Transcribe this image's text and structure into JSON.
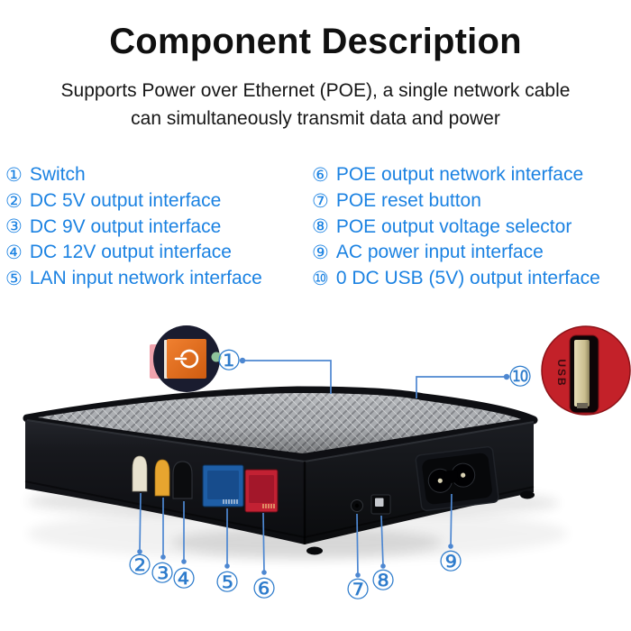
{
  "header": {
    "title": "Component Description",
    "subtitle_line1": "Supports Power over Ethernet (POE), a single network cable",
    "subtitle_line2": "can simultaneously transmit data and power"
  },
  "component_list": {
    "left": [
      {
        "num": "①",
        "label": "Switch"
      },
      {
        "num": "②",
        "label": "DC 5V output interface"
      },
      {
        "num": "③",
        "label": "DC 9V output interface"
      },
      {
        "num": "④",
        "label": "DC 12V output interface"
      },
      {
        "num": "⑤",
        "label": "LAN input network interface"
      }
    ],
    "right": [
      {
        "num": "⑥",
        "label": "POE output network interface"
      },
      {
        "num": "⑦",
        "label": "POE reset button"
      },
      {
        "num": "⑧",
        "label": "POE output voltage selector"
      },
      {
        "num": "⑨",
        "label": "AC power input interface"
      },
      {
        "num": "⑩",
        "label": "0 DC USB (5V) output interface"
      }
    ]
  },
  "photo": {
    "callout_numbers": [
      "①",
      "②",
      "③",
      "④",
      "⑤",
      "⑥",
      "⑦",
      "⑧",
      "⑨",
      "⑩"
    ],
    "usb_port_label": "USB"
  },
  "colors": {
    "list_blue": "#1b82e2",
    "callout_blue": "#2e7ccc",
    "callout_line_blue": "#4d87d1",
    "title_black": "#101010",
    "device_body": "#141519",
    "top_texture_gray": "#b2b5b9",
    "lan_port_blue": "#1e5ea6",
    "poe_port_red": "#c22133",
    "dc_jack_white": "#e8e2cf",
    "dc_jack_yellow": "#e7a52f",
    "power_inset_orange": "#e87a20",
    "power_inset_navy": "#1a1c2f",
    "usb_inset_red": "#c32129"
  }
}
